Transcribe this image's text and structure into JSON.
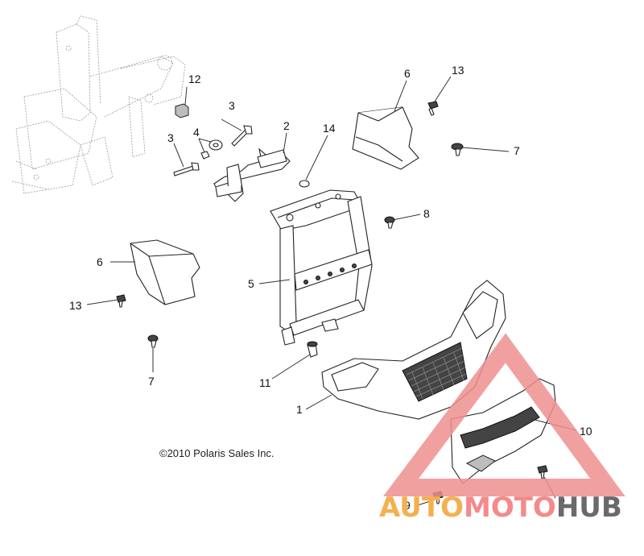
{
  "diagram": {
    "callouts": {
      "c1": "1",
      "c2": "2",
      "c3a": "3",
      "c3b": "3",
      "c4": "4",
      "c5": "5",
      "c6a": "6",
      "c6b": "6",
      "c7a": "7",
      "c7b": "7",
      "c8": "8",
      "c9a": "9",
      "c9b": "9",
      "c10": "10",
      "c11": "11",
      "c12": "12",
      "c13a": "13",
      "c13b": "13",
      "c14": "14"
    },
    "copyright": "©2010 Polaris Sales Inc."
  },
  "watermark": {
    "part1": "AUTO",
    "part2": "MOTO",
    "part3": "HUB",
    "colors": {
      "auto": "#f4b04f",
      "moto": "#f48a8a",
      "hub": "#6a6a6a",
      "triangle": "#ee8f8f"
    }
  }
}
